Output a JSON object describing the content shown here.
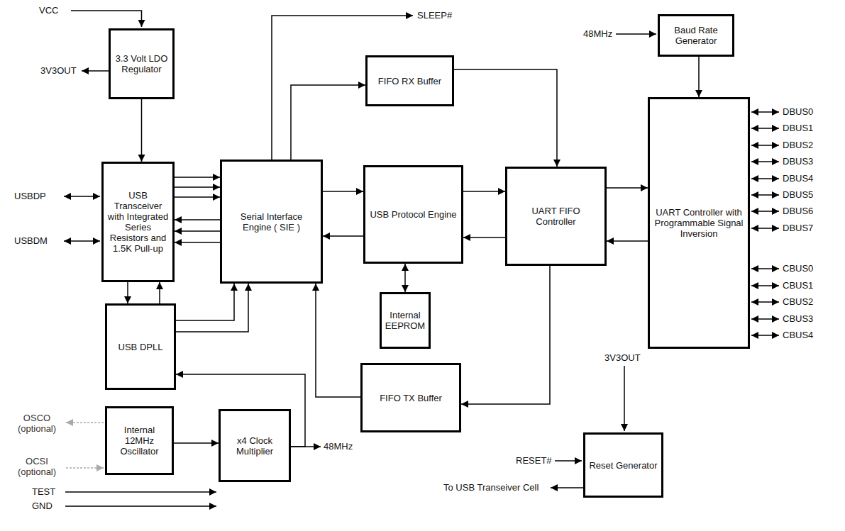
{
  "diagram": {
    "nodes": [
      {
        "text": [
          "3.3 Volt LDO Regulator"
        ]
      },
      {
        "text": [
          "Baud Rate Generator"
        ]
      },
      {
        "text": [
          "FIFO RX Buffer"
        ]
      },
      {
        "text": [
          "USB Transceiver with Integrated Series Resistors and 1.5K Pull-up"
        ]
      },
      {
        "text": [
          "Serial Interface Engine ( SIE )"
        ]
      },
      {
        "text": [
          "USB Protocol Engine"
        ]
      },
      {
        "text": [
          "UART FIFO Controller"
        ]
      },
      {
        "text": [
          "UART Controller with Programmable Signal Inversion"
        ]
      },
      {
        "text": [
          "Internal EEPROM"
        ]
      },
      {
        "text": [
          "USB DPLL"
        ]
      },
      {
        "text": [
          "FIFO TX Buffer"
        ]
      },
      {
        "text": [
          "Internal 12MHz Oscillator"
        ]
      },
      {
        "text": [
          "x4 Clock Multiplier"
        ]
      },
      {
        "text": [
          "Reset Generator"
        ]
      }
    ],
    "edges": [
      {
        "from": 0,
        "to": 3,
        "arrow": "to"
      },
      {
        "from": 3,
        "to": 4,
        "arrow": "to"
      },
      {
        "from": 3,
        "to": 4,
        "arrow": "to"
      },
      {
        "from": 3,
        "to": 4,
        "arrow": "to"
      },
      {
        "from": 4,
        "to": 3,
        "arrow": "to"
      },
      {
        "from": 4,
        "to": 3,
        "arrow": "to"
      },
      {
        "from": 4,
        "to": 3,
        "arrow": "to"
      },
      {
        "from": 4,
        "to": 5,
        "arrow": "to"
      },
      {
        "from": 5,
        "to": 4,
        "arrow": "to"
      },
      {
        "from": 5,
        "to": 6,
        "arrow": "to"
      },
      {
        "from": 6,
        "to": 5,
        "arrow": "to"
      },
      {
        "from": 5,
        "to": 8,
        "arrow": "both"
      },
      {
        "from": 6,
        "to": 7,
        "arrow": "to"
      },
      {
        "from": 7,
        "to": 6,
        "arrow": "to"
      },
      {
        "from": 4,
        "to": 2,
        "arrow": "to"
      },
      {
        "from": 2,
        "to": 6,
        "arrow": "to"
      },
      {
        "from": 6,
        "to": 10,
        "arrow": "to"
      },
      {
        "from": 10,
        "to": 4,
        "arrow": "to"
      },
      {
        "from": 1,
        "to": 7,
        "arrow": "to"
      },
      {
        "from": 3,
        "to": 9,
        "arrow": "to"
      },
      {
        "from": 9,
        "to": 3,
        "arrow": "to"
      },
      {
        "from": 9,
        "to": 4,
        "arrow": "to"
      },
      {
        "from": 9,
        "to": 4,
        "arrow": "to"
      },
      {
        "from": 11,
        "to": 12,
        "arrow": "to"
      },
      {
        "from": 12,
        "to": 9,
        "arrow": "to"
      }
    ],
    "labels": [
      "VCC",
      "SLEEP#",
      "48MHz",
      "3V3OUT",
      "USBDP",
      "USBDM",
      "DBUS0",
      "DBUS1",
      "DBUS2",
      "DBUS3",
      "DBUS4",
      "DBUS5",
      "DBUS6",
      "DBUS7",
      "CBUS0",
      "CBUS1",
      "CBUS2",
      "CBUS3",
      "CBUS4",
      "3V3OUT",
      "RESET#",
      "OSCO (optional)",
      "OCSI (optional)",
      "48MHz",
      "To USB Transeiver Cell",
      "TEST",
      "GND"
    ]
  }
}
